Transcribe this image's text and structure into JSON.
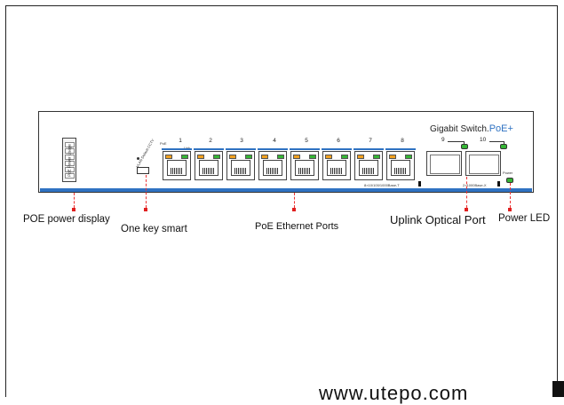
{
  "device": {
    "brand_text": "Gigabit Switch.",
    "brand_poe": "PoE+",
    "poe_display_label": "PoE Power Usage",
    "smart_button_labels": [
      "VLAN",
      "Default",
      "CCTV"
    ],
    "poe_small_label": "PoE",
    "link_small_label": "Link",
    "ethernet_ports": [
      "1",
      "2",
      "3",
      "4",
      "5",
      "6",
      "7",
      "8"
    ],
    "ethernet_speed_text": "8×10/100/1000Base-T",
    "sfp_ports": [
      "9",
      "10"
    ],
    "sfp_speed_text": "2×1000Base-X",
    "power_label": "Power"
  },
  "callouts": {
    "poe_power_display": "POE power display",
    "one_key_smart": "One key smart",
    "poe_ethernet_ports": "PoE Ethernet Ports",
    "uplink_optical_port": "Uplink Optical Port",
    "power_led": "Power LED"
  },
  "watermark": "www.utepo.com"
}
